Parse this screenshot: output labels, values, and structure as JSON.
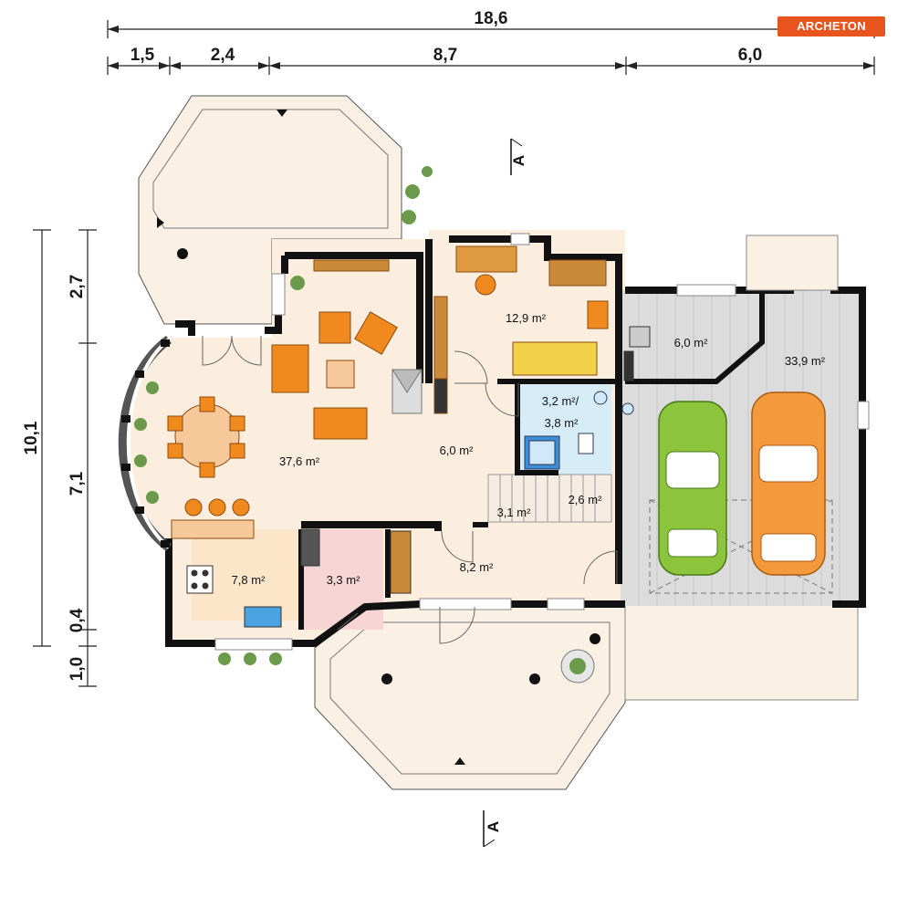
{
  "logo": {
    "text": "ARCHETON"
  },
  "dimensions": {
    "total_width": "18,6",
    "seg1": "1,5",
    "seg2": "2,4",
    "seg3": "8,7",
    "seg4": "6,0",
    "total_depth": "10,1",
    "v1": "2,7",
    "v2": "7,1",
    "v3": "0,4",
    "v4": "1,0"
  },
  "section_marker": {
    "top": "A",
    "bottom": "A"
  },
  "rooms": {
    "living": "37,6 m²",
    "office": "12,9 m²",
    "hall": "6,0 m²",
    "bath": "3,2 m²/",
    "bath2": "3,8 m²",
    "stair": "3,1 m²",
    "wc": "2,6 m²",
    "kitchen": "7,8 m²",
    "pantry": "3,3 m²",
    "entry": "8,2 m²",
    "boiler": "6,0 m²",
    "garage": "33,9 m²"
  },
  "colors": {
    "floor": "#fbeede",
    "wall": "#111111",
    "terrace": "#fbf0e4",
    "garage_floor": "#dcdcdc",
    "bath_tile": "#d6ecf7",
    "furniture": "#f08a1e",
    "car_green": "#8cc43c",
    "car_orange": "#f49a3c",
    "logo": "#e8541e"
  }
}
